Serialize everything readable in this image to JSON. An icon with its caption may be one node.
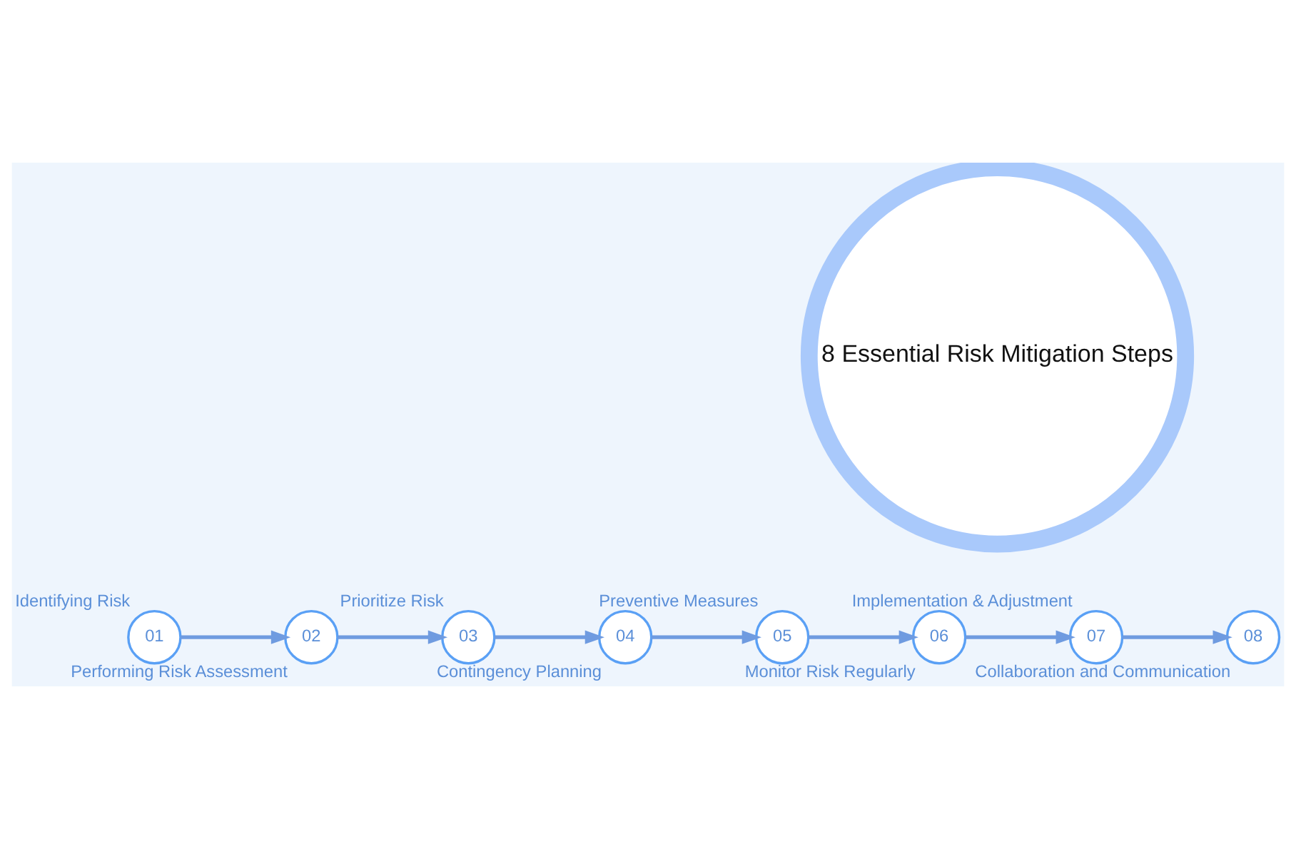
{
  "diagram": {
    "nodes": [
      {
        "text": [
          "8 Essential Risk Mitigation Steps"
        ]
      },
      {
        "text": [
          "01"
        ],
        "beside": [
          "Identifying Risk"
        ]
      },
      {
        "text": [
          "02"
        ],
        "beside": [
          "Performing Risk Assessment"
        ]
      },
      {
        "text": [
          "03"
        ],
        "beside": [
          "Prioritize Risk"
        ]
      },
      {
        "text": [
          "04"
        ],
        "beside": [
          "Contingency Planning"
        ]
      },
      {
        "text": [
          "05"
        ],
        "beside": [
          "Preventive Measures"
        ]
      },
      {
        "text": [
          "06"
        ],
        "beside": [
          "Monitor Risk Regularly"
        ]
      },
      {
        "text": [
          "07"
        ],
        "beside": [
          "Implementation & Adjustment"
        ]
      },
      {
        "text": [
          "08"
        ],
        "beside": [
          "Collaboration and Communication"
        ]
      }
    ],
    "edges": [
      {
        "from": 1,
        "to": 2,
        "arrow": "to"
      },
      {
        "from": 2,
        "to": 3,
        "arrow": "to"
      },
      {
        "from": 3,
        "to": 4,
        "arrow": "to"
      },
      {
        "from": 4,
        "to": 5,
        "arrow": "to"
      },
      {
        "from": 5,
        "to": 6,
        "arrow": "to"
      },
      {
        "from": 6,
        "to": 7,
        "arrow": "to"
      },
      {
        "from": 7,
        "to": 8,
        "arrow": "to"
      }
    ]
  }
}
